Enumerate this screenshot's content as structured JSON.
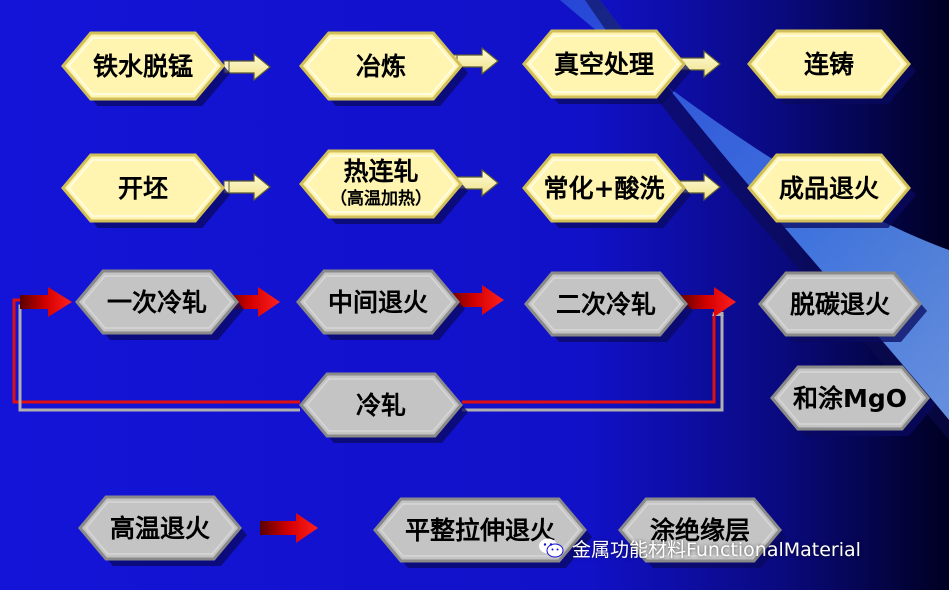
{
  "colors": {
    "background": "#1212d6",
    "background_edge": "#000033",
    "swoosh": "#3b74e8",
    "yellow_fill": "#fff5b0",
    "yellow_border": "#d1bf5a",
    "gray_fill": "#c4c4c4",
    "gray_border": "#8a8a8a",
    "shadow": "#0a0a60",
    "text": "#000000",
    "yellow_arrow": "#fff6a8",
    "red_arrow": "#d20000",
    "red_line": "#e01010",
    "gray_line": "#b0b0b0"
  },
  "steps": [
    {
      "id": "r1c1",
      "line1": "铁水脱锰",
      "line2": "",
      "style": "yellow"
    },
    {
      "id": "r1c2",
      "line1": "冶炼",
      "line2": "",
      "style": "yellow"
    },
    {
      "id": "r1c3",
      "line1": "真空处理",
      "line2": "",
      "style": "yellow"
    },
    {
      "id": "r1c4",
      "line1": "连铸",
      "line2": "",
      "style": "yellow"
    },
    {
      "id": "r2c1",
      "line1": "开坯",
      "line2": "",
      "style": "yellow"
    },
    {
      "id": "r2c2",
      "line1": "热连轧",
      "line2": "（高温加热）",
      "style": "yellow"
    },
    {
      "id": "r2c3",
      "line1": "常化+酸洗",
      "line2": "",
      "style": "yellow"
    },
    {
      "id": "r2c4",
      "line1": "成品退火",
      "line2": "",
      "style": "yellow"
    },
    {
      "id": "r3c1",
      "line1": "一次冷轧",
      "line2": "",
      "style": "gray"
    },
    {
      "id": "r3c2",
      "line1": "中间退火",
      "line2": "",
      "style": "gray"
    },
    {
      "id": "r3c3",
      "line1": "二次冷轧",
      "line2": "",
      "style": "gray"
    },
    {
      "id": "r3c4",
      "line1": "脱碳退火",
      "line2": "",
      "style": "gray"
    },
    {
      "id": "r4c2",
      "line1": "冷轧",
      "line2": "",
      "style": "gray"
    },
    {
      "id": "r4c4",
      "line1": "和涂MgO",
      "line2": "",
      "style": "gray"
    },
    {
      "id": "r5c1",
      "line1": "高温退火",
      "line2": "",
      "style": "gray"
    },
    {
      "id": "r5c2",
      "line1": "平整拉伸退火",
      "line2": "",
      "style": "gray"
    },
    {
      "id": "r5c3",
      "line1": "涂绝缘层",
      "line2": "",
      "style": "gray"
    }
  ],
  "connections": [
    {
      "from": "r1c1",
      "to": "r1c2",
      "style": "yellow"
    },
    {
      "from": "r1c2",
      "to": "r1c3",
      "style": "yellow"
    },
    {
      "from": "r1c3",
      "to": "r1c4",
      "style": "yellow"
    },
    {
      "from": "r2c1",
      "to": "r2c2",
      "style": "yellow"
    },
    {
      "from": "r2c2",
      "to": "r2c3",
      "style": "yellow"
    },
    {
      "from": "r2c3",
      "to": "r2c4",
      "style": "yellow"
    },
    {
      "from": "r3c1",
      "to": "r3c2",
      "style": "red"
    },
    {
      "from": "r3c2",
      "to": "r3c3",
      "style": "red"
    },
    {
      "from": "r3c3",
      "to": "r3c4",
      "style": "red"
    },
    {
      "from": "r3c1",
      "to": "r4c2",
      "style": "bypass"
    },
    {
      "from": "r4c2",
      "to": "r3c4",
      "style": "bypass"
    },
    {
      "from": "r5c1",
      "to": "r5c2",
      "style": "red"
    }
  ],
  "watermark": {
    "icon": "wechat-icon",
    "text": "金属功能材料FunctionalMaterial"
  }
}
